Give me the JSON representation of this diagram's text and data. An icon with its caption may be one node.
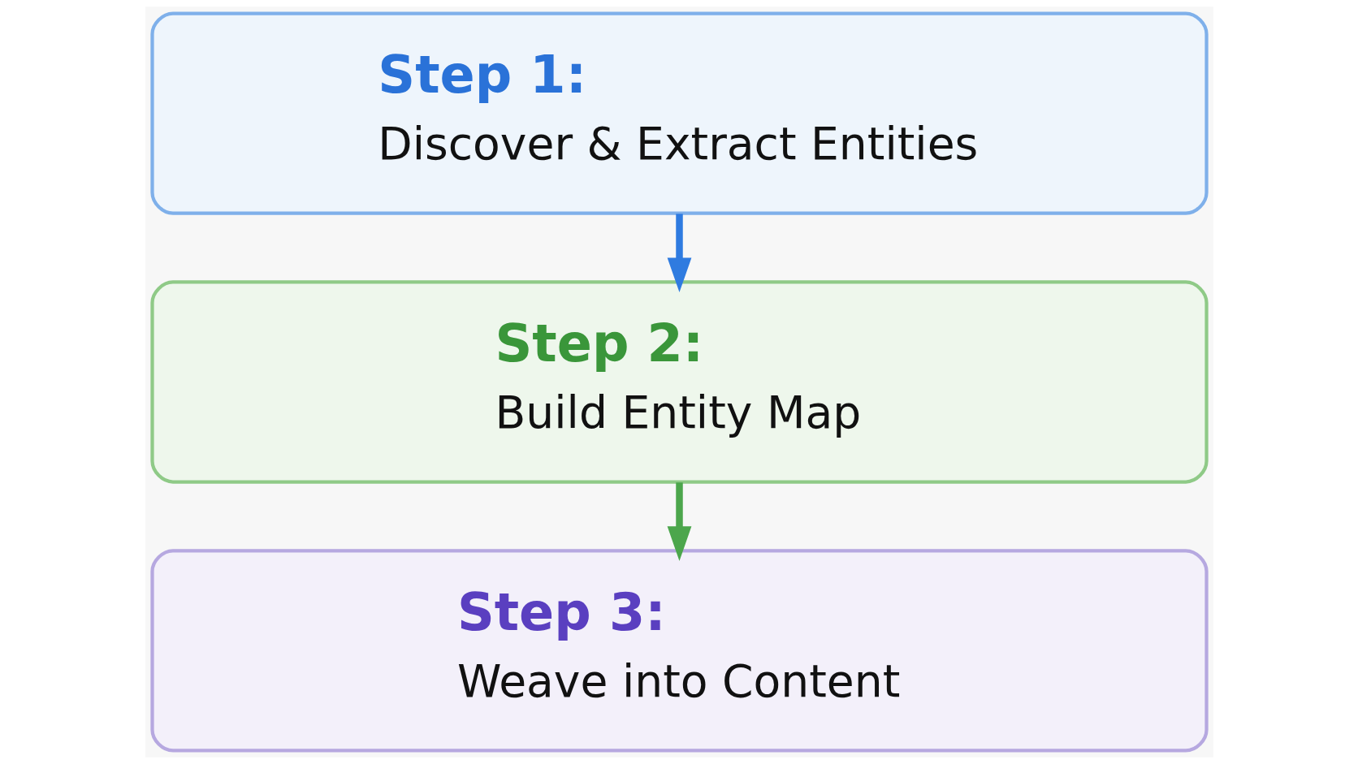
{
  "diagram": {
    "nodes": [
      {
        "text": [
          "Step 1:",
          "Discover & Extract Entities"
        ]
      },
      {
        "text": [
          "Step 2:",
          "Build Entity Map"
        ]
      },
      {
        "text": [
          "Step 3:",
          "Weave into Content"
        ]
      }
    ],
    "edges": [
      {
        "from": 0,
        "to": 1,
        "arrow": "to",
        "color": "#2f7be0"
      },
      {
        "from": 1,
        "to": 2,
        "arrow": "to",
        "color": "#4ca64c"
      }
    ]
  }
}
